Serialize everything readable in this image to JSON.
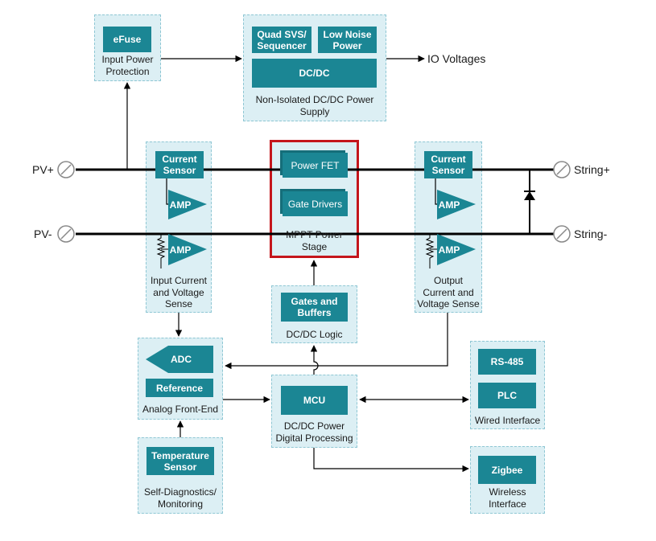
{
  "colors": {
    "block": "#1b8694",
    "group_bg": "#dceff4",
    "group_border": "#8fc7d4",
    "highlight": "#c4161c",
    "wire": "#000000"
  },
  "efuse": {
    "block": "eFuse",
    "caption": "Input Power\nProtection"
  },
  "dcdc_supply": {
    "svs": "Quad SVS/\nSequencer",
    "low_noise": "Low Noise\nPower",
    "dcdc": "DC/DC",
    "caption": "Non-Isolated DC/DC Power\nSupply"
  },
  "io_voltages": "IO Voltages",
  "input_sense": {
    "current_sensor": "Current\nSensor",
    "amp_top": "AMP",
    "amp_bottom": "AMP",
    "caption": "Input Current\nand Voltage\nSense"
  },
  "power_stage": {
    "power_fet": "Power FET",
    "gate_drivers": "Gate Drivers",
    "caption": "MPPT Power\nStage"
  },
  "output_sense": {
    "current_sensor": "Current\nSensor",
    "amp_top": "AMP",
    "amp_bottom": "AMP",
    "caption": "Output\nCurrent and\nVoltage Sense"
  },
  "terminals": {
    "pv_plus": "PV+",
    "pv_minus": "PV-",
    "string_plus": "String+",
    "string_minus": "String-"
  },
  "dcdc_logic": {
    "block": "Gates and\nBuffers",
    "caption": "DC/DC Logic"
  },
  "afe": {
    "adc": "ADC",
    "reference": "Reference",
    "caption": "Analog Front-End"
  },
  "mcu": {
    "block": "MCU",
    "caption": "DC/DC Power\nDigital Processing"
  },
  "wired": {
    "rs485": "RS-485",
    "plc": "PLC",
    "caption": "Wired Interface"
  },
  "diagnostics": {
    "block": "Temperature\nSensor",
    "caption": "Self-Diagnostics/\nMonitoring"
  },
  "wireless": {
    "block": "Zigbee",
    "caption": "Wireless\nInterface"
  }
}
